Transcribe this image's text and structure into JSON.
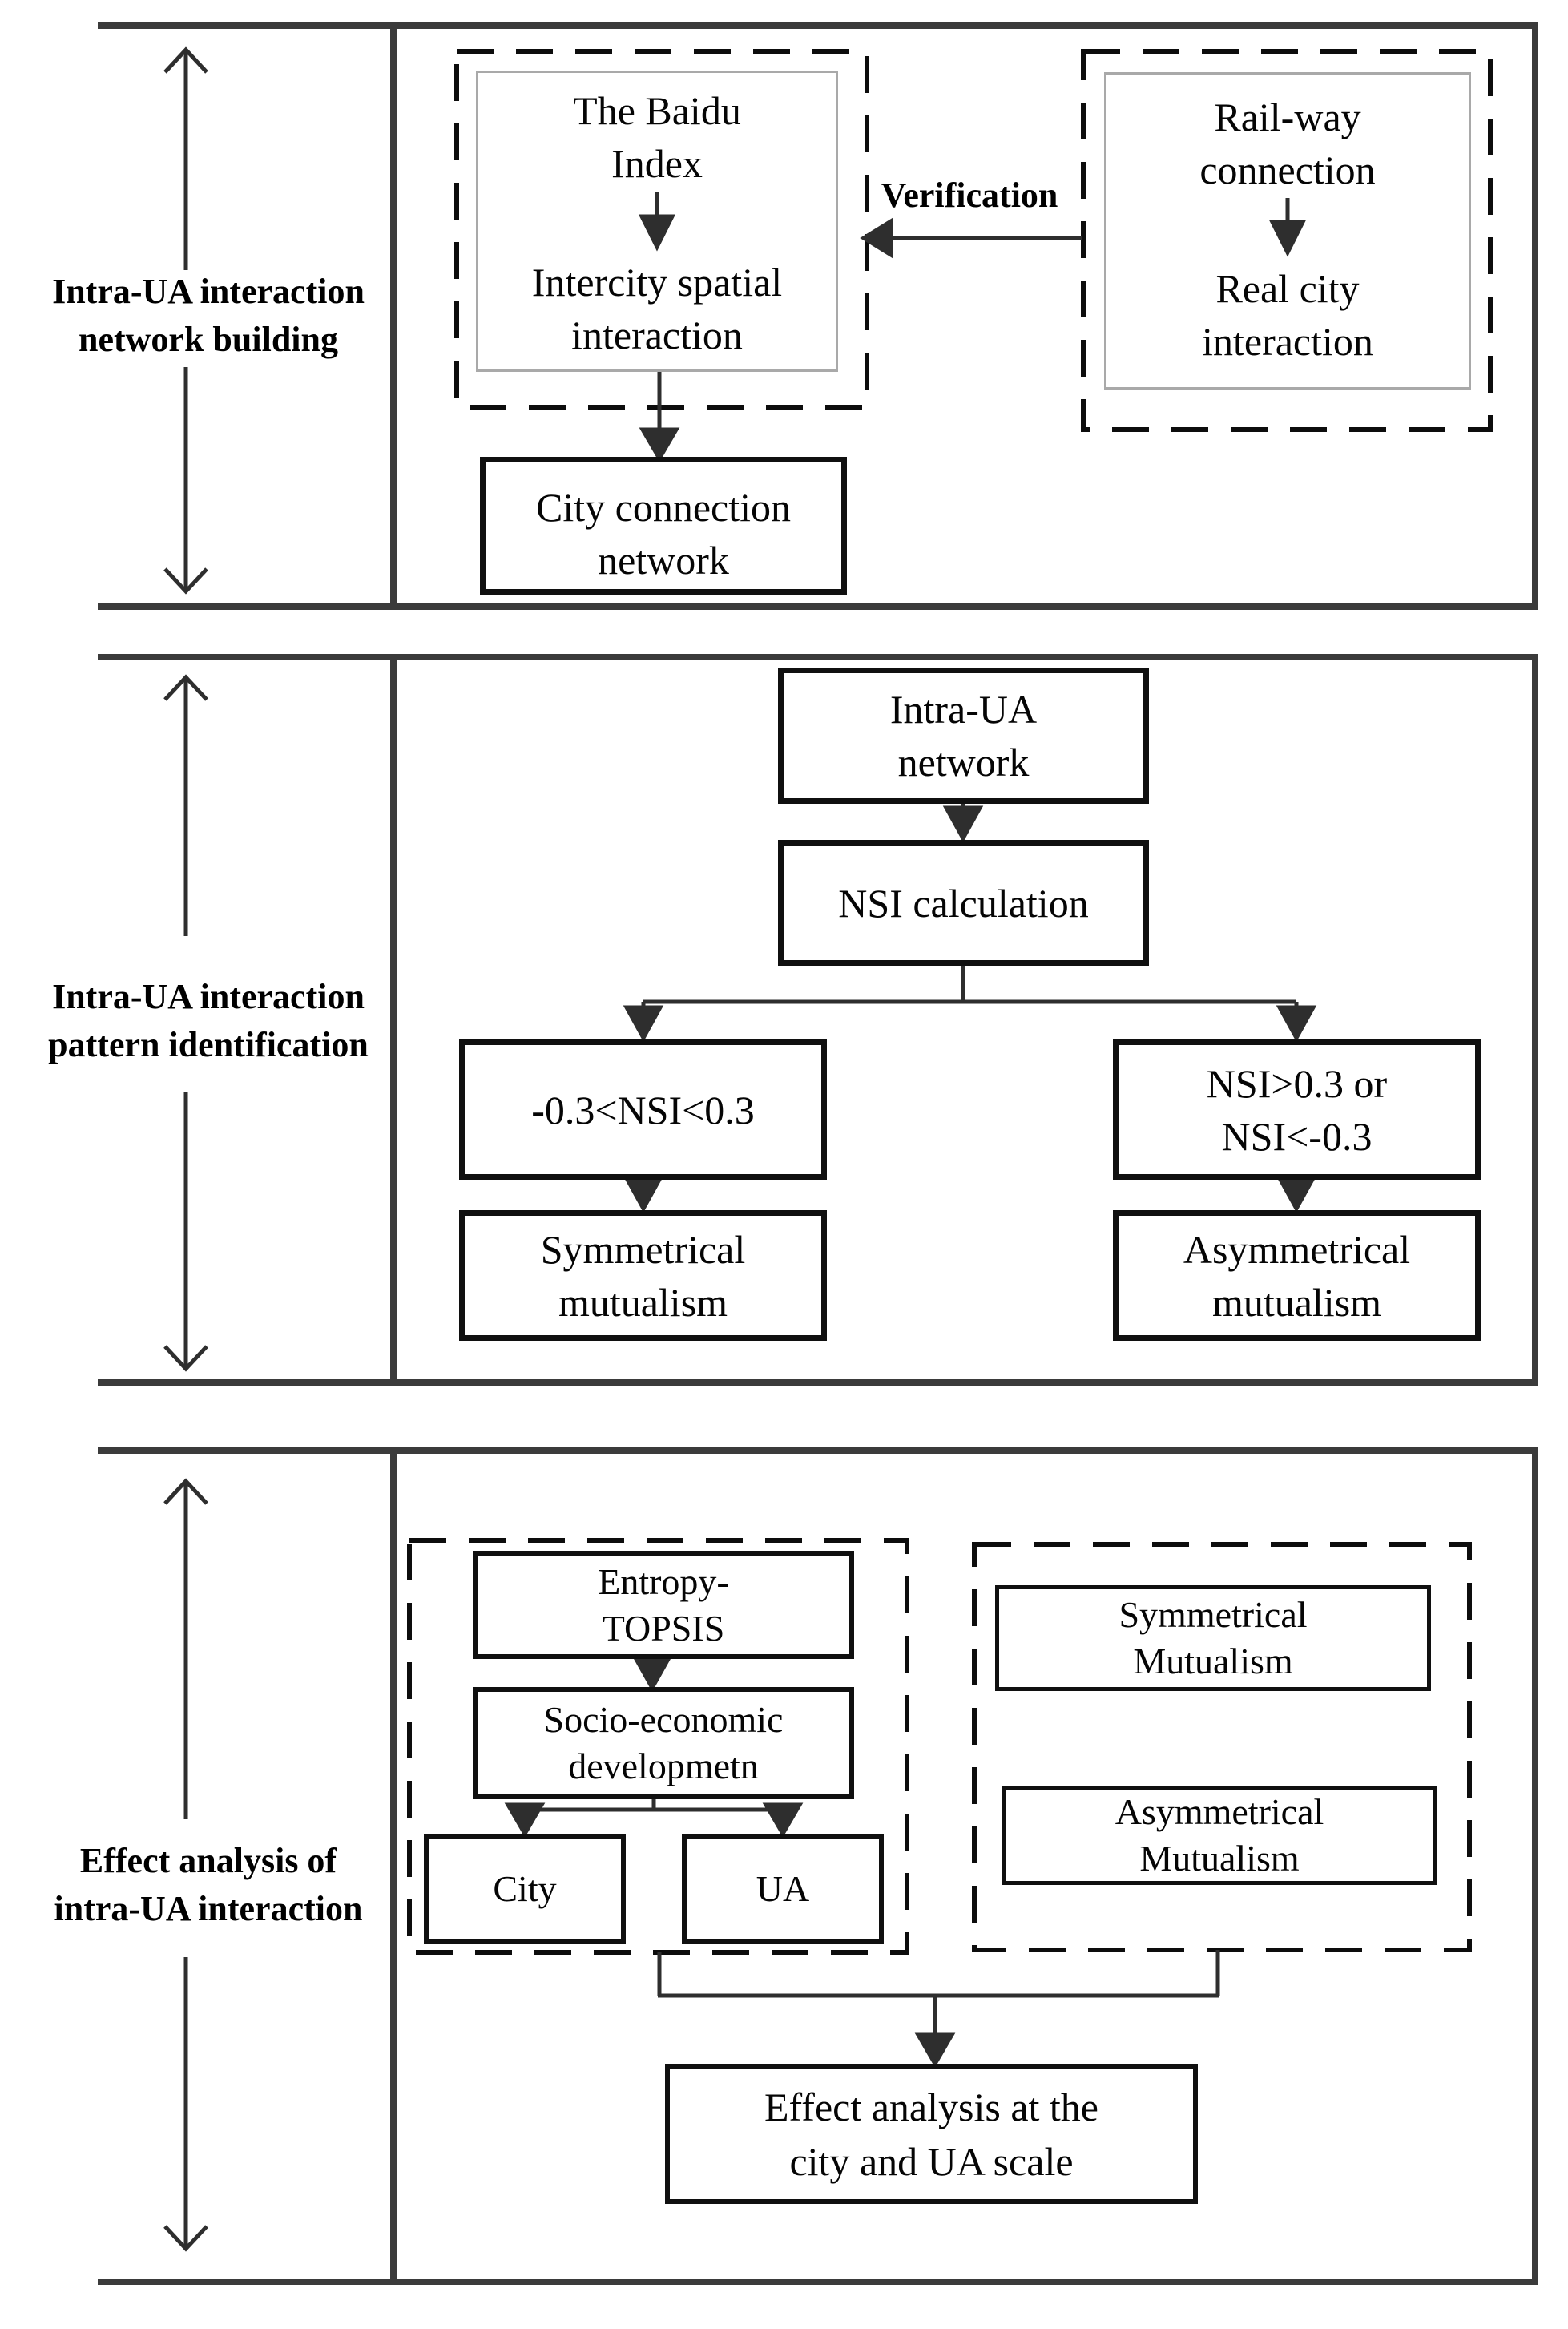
{
  "colors": {
    "frame": "#3b3b3b",
    "box_border": "#101010",
    "thin_box_border": "#a9a9a9",
    "connector": "#2e2e2e",
    "text": "#050505",
    "background": "#ffffff"
  },
  "sections": [
    {
      "label": {
        "line1": "Intra-UA interaction",
        "line2": "network building"
      },
      "baidu_box": {
        "line1": "The Baidu",
        "line2": "Index"
      },
      "intercity_box": {
        "line1": "Intercity spatial",
        "line2": "interaction"
      },
      "verification_label": "Verification",
      "railway_box": {
        "line1": "Rail-way",
        "line2": "connection"
      },
      "realcity_box": {
        "line1": "Real city",
        "line2": "interaction"
      },
      "city_network_box": {
        "line1": "City connection",
        "line2": "network"
      }
    },
    {
      "label": {
        "line1": "Intra-UA interaction",
        "line2": "pattern identification"
      },
      "network_box": {
        "line1": "Intra-UA",
        "line2": "network"
      },
      "nsi_box": "NSI calculation",
      "cond_left": "-0.3<NSI<0.3",
      "cond_right": {
        "line1": "NSI>0.3 or",
        "line2": "NSI<-0.3"
      },
      "sym_box": {
        "line1": "Symmetrical",
        "line2": "mutualism"
      },
      "asym_box": {
        "line1": "Asymmetrical",
        "line2": "mutualism"
      }
    },
    {
      "label": {
        "line1": "Effect analysis of",
        "line2": "intra-UA interaction"
      },
      "entropy_box": {
        "line1": "Entropy-",
        "line2": "TOPSIS"
      },
      "socio_box": {
        "line1": "Socio-economic",
        "line2": "developmetn"
      },
      "city_box": "City",
      "ua_box": "UA",
      "sym_box": {
        "line1": "Symmetrical",
        "line2": "Mutualism"
      },
      "asym_box": {
        "line1": "Asymmetrical",
        "line2": "Mutualism"
      },
      "effect_box": {
        "line1": "Effect analysis at the",
        "line2": "city and UA scale"
      }
    }
  ]
}
